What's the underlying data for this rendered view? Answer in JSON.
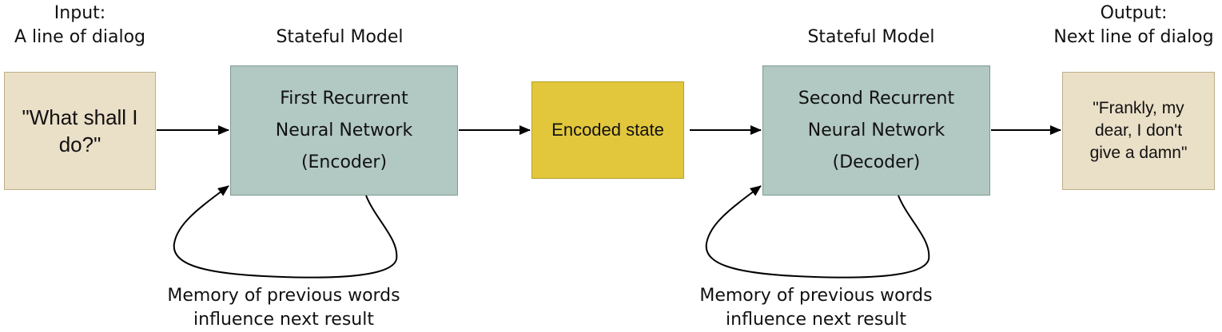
{
  "input": {
    "heading_line1": "Input:",
    "heading_line2": "A line of dialog",
    "text_line1": "\"What shall I",
    "text_line2": "do?\""
  },
  "encoder": {
    "heading": "Stateful Model",
    "line1": "First Recurrent",
    "line2": "Neural Network",
    "line3": "(Encoder)",
    "memory_line1": "Memory of previous words",
    "memory_line2": "influence next result"
  },
  "encoded_state": {
    "label": "Encoded state"
  },
  "decoder": {
    "heading": "Stateful Model",
    "line1": "Second Recurrent",
    "line2": "Neural Network",
    "line3": "(Decoder)",
    "memory_line1": "Memory of previous words",
    "memory_line2": "influence next result"
  },
  "output": {
    "heading_line1": "Output:",
    "heading_line2": "Next line of dialog",
    "text_line1": "\"Frankly, my",
    "text_line2": "dear, I don't",
    "text_line3": "give a damn\""
  },
  "colors": {
    "io_fill": "#eadfc7",
    "rnn_fill": "#b2c8c2",
    "encoded_fill": "#e2c73c"
  }
}
